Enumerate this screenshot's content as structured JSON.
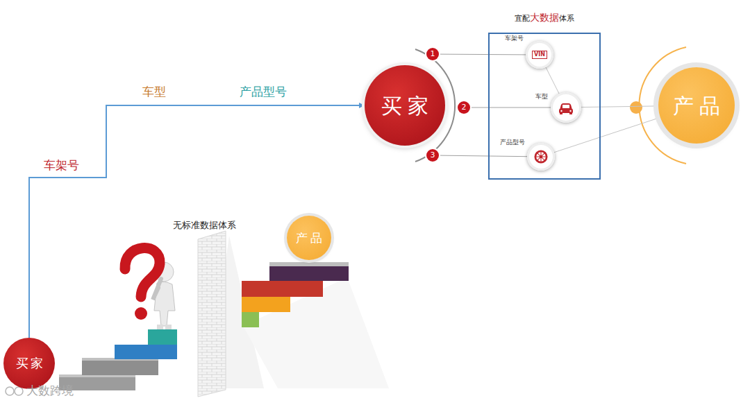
{
  "diagram": {
    "nodes": [
      {
        "text": [
          "买家"
        ]
      },
      {
        "text": [
          "买家"
        ]
      },
      {
        "text": [
          "1"
        ]
      },
      {
        "text": [
          "2"
        ]
      },
      {
        "text": [
          "3"
        ]
      },
      {
        "text": [
          "宜配",
          "大数据",
          "体系"
        ]
      },
      {
        "text": [
          "车架号",
          "VIN"
        ],
        "in": 5
      },
      {
        "text": [
          "车型"
        ],
        "in": 5
      },
      {
        "text": [
          "产品型号"
        ],
        "in": 5
      },
      {
        "text": [
          "产品"
        ]
      },
      {
        "text": [
          "产品"
        ]
      }
    ],
    "edges": [
      {
        "from": 0,
        "to": 1,
        "arrow": "to"
      },
      {
        "from": 2,
        "to": 6,
        "arrow": "none"
      },
      {
        "from": 3,
        "to": 7,
        "arrow": "none"
      },
      {
        "from": 4,
        "to": 8,
        "arrow": "none"
      },
      {
        "from": 6,
        "to": 7,
        "arrow": "none"
      },
      {
        "from": 7,
        "to": 9,
        "arrow": "none"
      },
      {
        "from": 8,
        "to": 9,
        "arrow": "none"
      }
    ],
    "labels": [
      "车架号",
      "车型",
      "产品型号",
      "无标准数据体系",
      "大数跨境"
    ]
  }
}
